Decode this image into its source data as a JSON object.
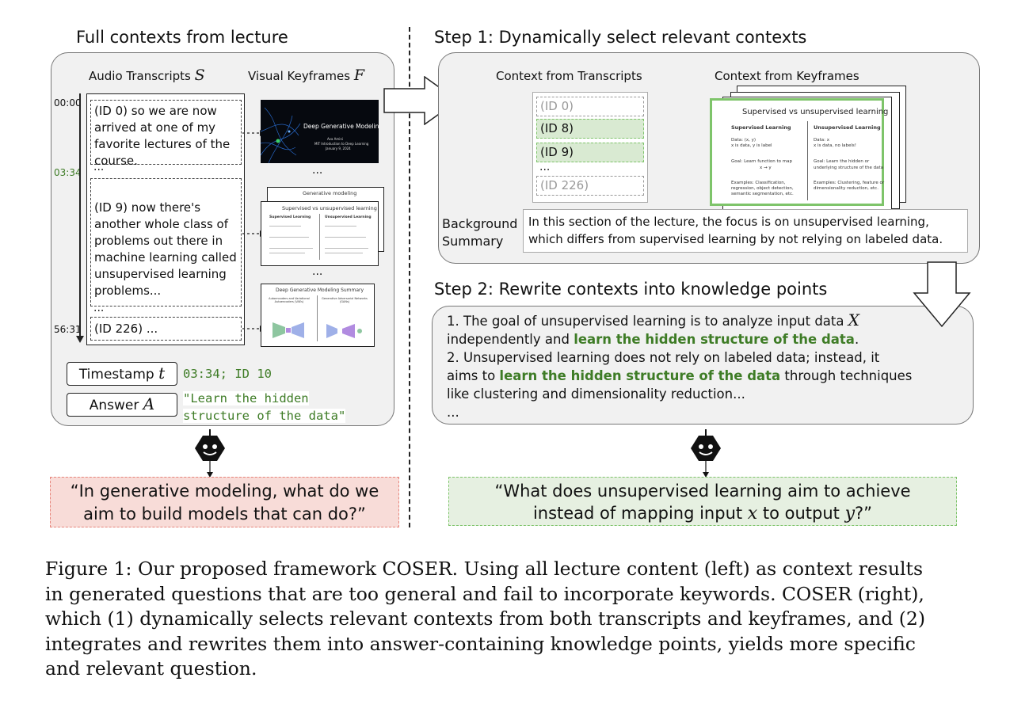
{
  "left": {
    "title": "Full contexts from lecture",
    "audio_label": "Audio Transcripts",
    "audio_symbol": "S",
    "visual_label": "Visual Keyframes",
    "visual_symbol": "F",
    "timeline": {
      "start": "00:00",
      "mid": "03:34",
      "end": "56:31"
    },
    "transcripts": [
      {
        "text": "(ID 0) so we are now arrived at one of my favorite lectures of the course."
      },
      {
        "text": "(ID 9) now there's another whole class of problems out there in machine learning called unsupervised learning problems..."
      },
      {
        "text": "(ID 226) ..."
      }
    ],
    "ellipsis": "...",
    "keyframes": {
      "k1_title": "Deep Generative Modeling",
      "k1_author": "Ava Amini",
      "k1_course": "MIT Introduction to Deep Learning",
      "k1_date": "January 9, 2024",
      "k2_back_title": "Generative modeling",
      "k2_title": "Supervised vs unsupervised learning",
      "k2_sup": "Supervised Learning",
      "k2_unsup": "Unsupervised Learning",
      "k3_title": "Deep Generative Modeling Summary",
      "k3_left": "Autoencoders and Variational Autoencoders (VAEs)",
      "k3_right": "Generative Adversarial Networks (GANs)"
    },
    "timestamp_label": "Timestamp",
    "timestamp_symbol": "t",
    "timestamp_value": "03:34; ID 10",
    "answer_label": "Answer",
    "answer_symbol": "A",
    "answer_value_line1": "\"Learn the hidden",
    "answer_value_line2": "structure of the data\"",
    "question_line1": "“In generative modeling, what do we",
    "question_line2": "aim to build models that can do?”"
  },
  "step1": {
    "title": "Step 1: Dynamically select relevant contexts",
    "transcripts_label": "Context from Transcripts",
    "keyframes_label": "Context from Keyframes",
    "ids": [
      "(ID 0)",
      "(ID 8)",
      "(ID 9)",
      "(ID 226)"
    ],
    "ellipsis": "...",
    "slide": {
      "title": "Supervised vs unsupervised learning",
      "sup_head": "Supervised Learning",
      "unsup_head": "Unsupervised Learning",
      "sup_data": "Data: (x, y)",
      "sup_data2": "x is data, y is label",
      "unsup_data": "Data: x",
      "unsup_data2": "x is data, no labels!",
      "sup_goal": "Goal: Learn function to map",
      "sup_goal2": "x → y",
      "unsup_goal": "Goal: Learn the hidden or",
      "unsup_goal2": "underlying structure of the data",
      "sup_ex": "Examples: Classification,",
      "sup_ex2": "regression, object detection,",
      "sup_ex3": "semantic segmentation, etc.",
      "unsup_ex": "Examples: Clustering, feature or",
      "unsup_ex2": "dimensionality reduction, etc."
    },
    "bg_label_1": "Background",
    "bg_label_2": "Summary",
    "bg_text_1": "In this section of the lecture, the focus is on unsupervised learning,",
    "bg_text_2": "which differs from supervised learning by not relying on labeled data."
  },
  "step2": {
    "title": "Step 2: Rewrite contexts into knowledge points",
    "p1_a": "1. The goal of unsupervised learning is to analyze input data ",
    "p1_sym": "X",
    "p1_b": "independently and ",
    "p1_hl": "learn the hidden structure of the data",
    "p1_end": ".",
    "p2_a": "2. Unsupervised learning does not rely on labeled data; instead, it",
    "p2_b": "aims to ",
    "p2_hl": "learn the hidden structure of the data",
    "p2_c": " through techniques",
    "p2_d": "like clustering and dimensionality reduction...",
    "ellipsis": "...",
    "question_line1": "“What does unsupervised learning aim to achieve",
    "question_line2_a": "instead of mapping input ",
    "question_sym_x": "x",
    "question_line2_b": " to output ",
    "question_sym_y": "y",
    "question_line2_c": "?”"
  },
  "caption": {
    "line1": "Figure 1: Our proposed framework COSER. Using all lecture content (left) as context results",
    "line2": "in generated questions that are too general and fail to incorporate keywords. COSER (right),",
    "line3": "which (1) dynamically selects relevant contexts from both transcripts and keyframes, and (2)",
    "line4": "integrates and rewrites them into answer-containing knowledge points, yields more specific",
    "line5": "and relevant question."
  },
  "colors": {
    "green_text": "#3e7c26",
    "green_fill": "#d9ead2",
    "green_border": "#7ec46a",
    "red_fill": "#f8dcd8",
    "red_border": "#e7847a",
    "panel_fill": "#f1f1f1"
  }
}
